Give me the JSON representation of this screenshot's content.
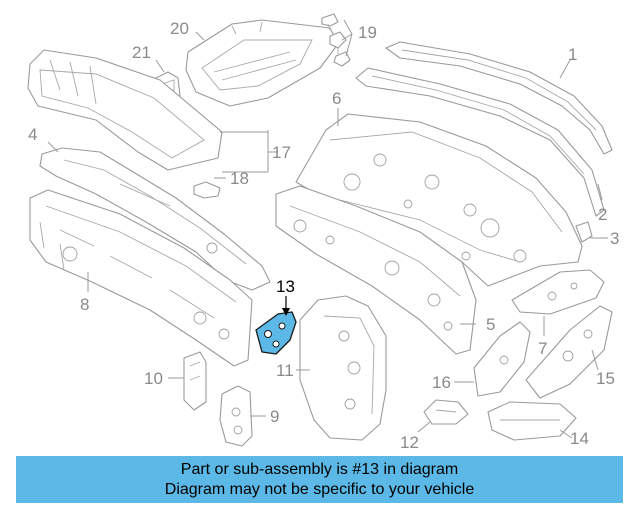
{
  "diagram": {
    "highlight_color": "#5cb8e6",
    "callouts": [
      "1",
      "2",
      "3",
      "4",
      "5",
      "6",
      "7",
      "8",
      "9",
      "10",
      "11",
      "12",
      "13",
      "14",
      "15",
      "16",
      "17",
      "18",
      "19",
      "20",
      "21"
    ],
    "highlighted_part": "13"
  },
  "banner": {
    "background": "#5cb8e6",
    "line1": "Part or sub-assembly is #13 in diagram",
    "line2": "Diagram may not be specific to your vehicle"
  }
}
